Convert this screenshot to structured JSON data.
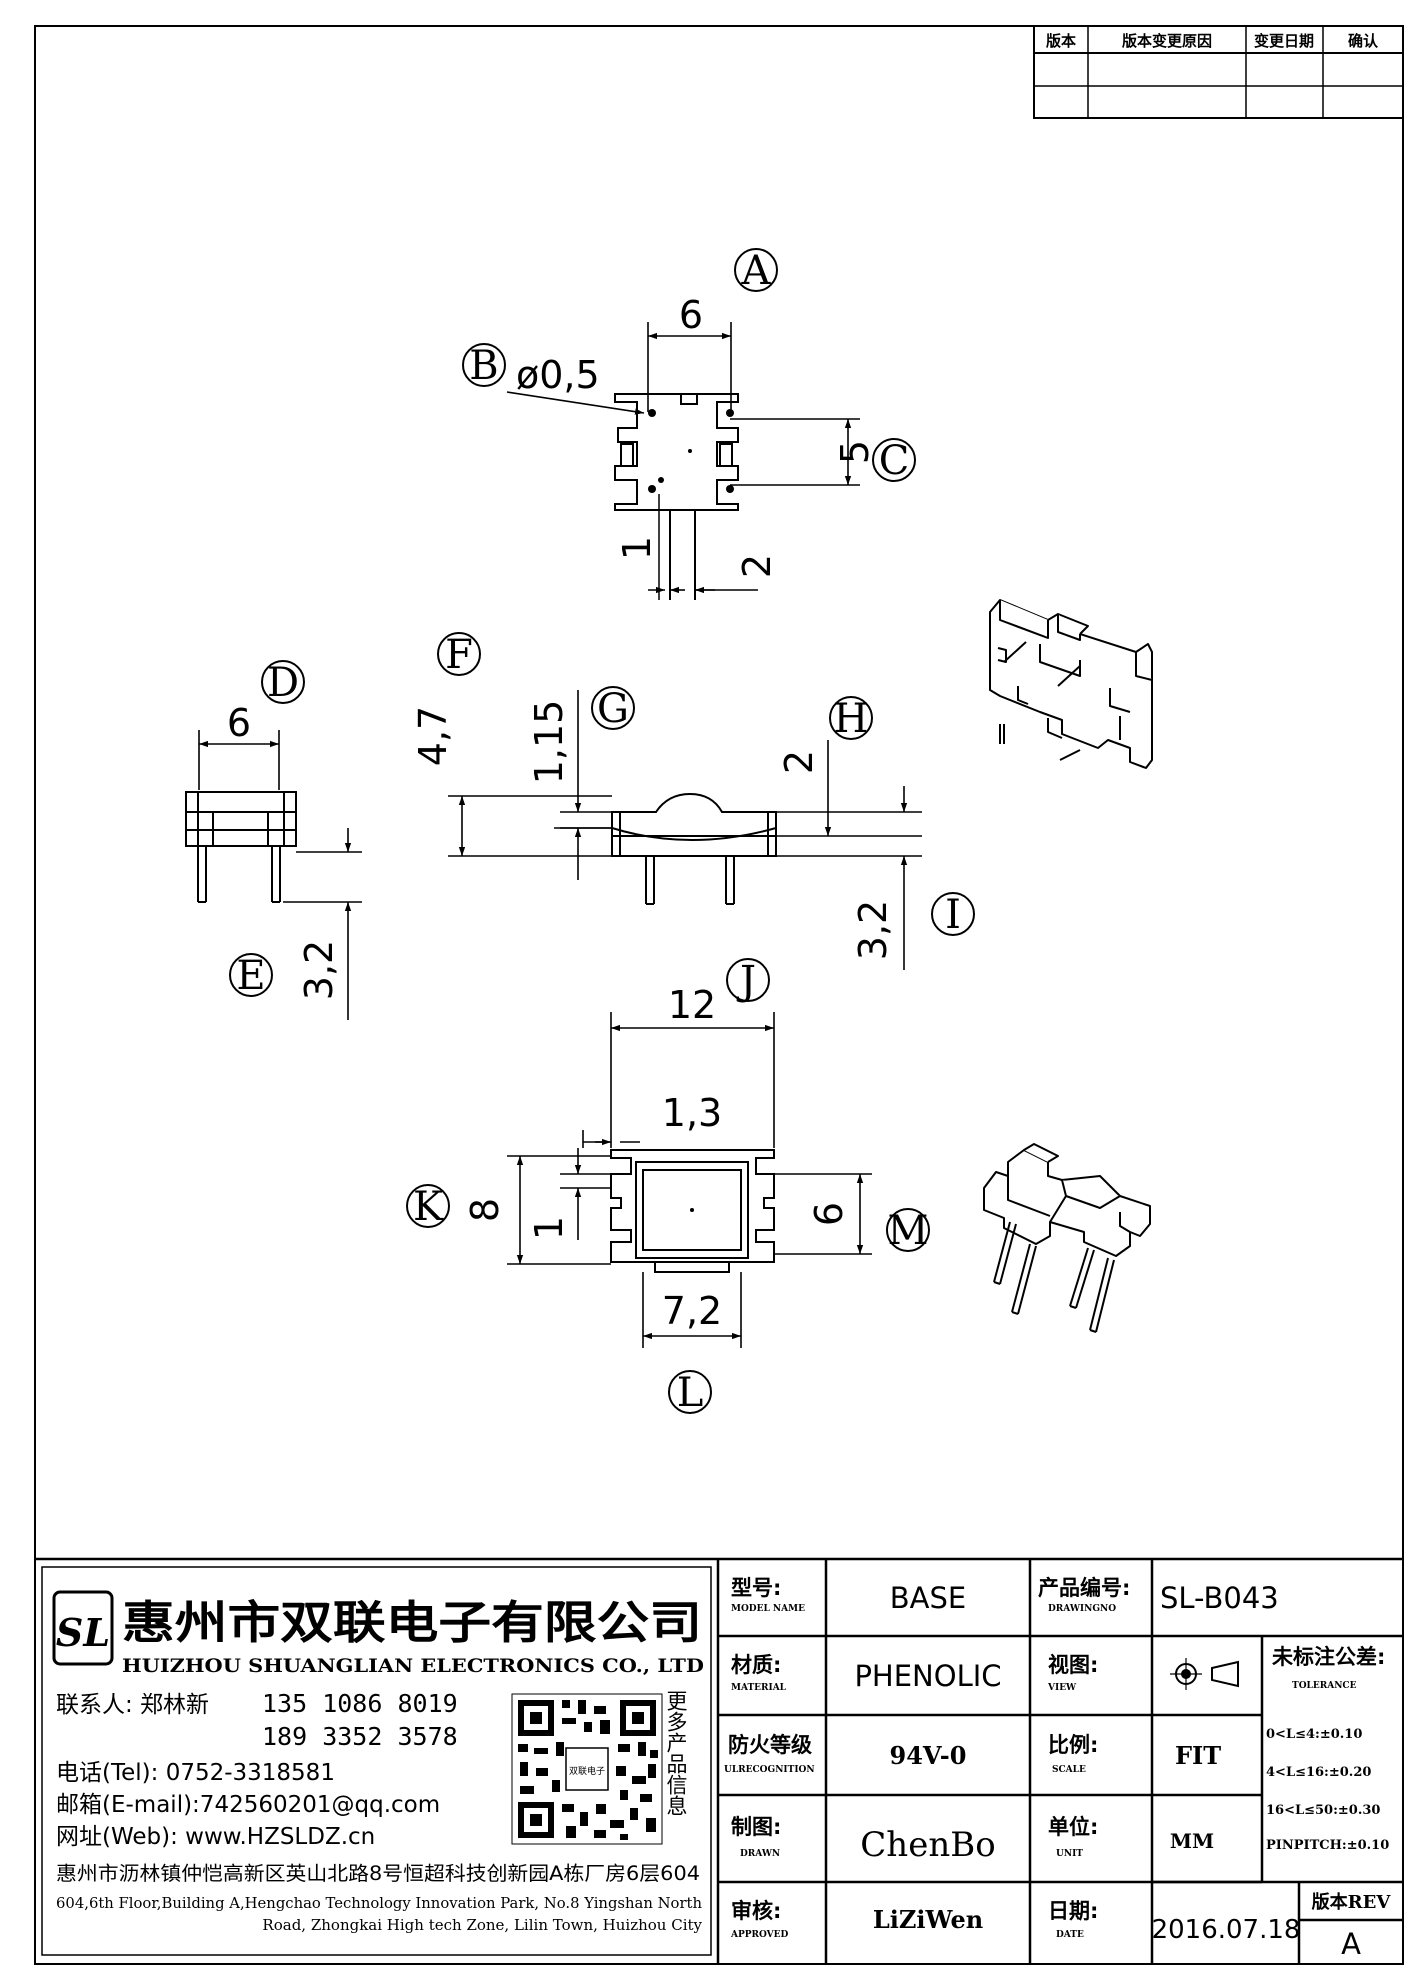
{
  "revision_table": {
    "headers": [
      "版本",
      "版本变更原因",
      "变更日期",
      "确认"
    ]
  },
  "callouts": [
    "A",
    "B",
    "C",
    "D",
    "E",
    "F",
    "G",
    "H",
    "I",
    "J",
    "K",
    "L",
    "M"
  ],
  "dimensions": {
    "A": "6",
    "B": "ø0,5",
    "C": "5",
    "C_pin1": "1",
    "C_pin2": "2",
    "D": "6",
    "E": "3,2",
    "F": "4,7",
    "G": "1,15",
    "H": "2",
    "I": "3,2",
    "J": "12",
    "J_sub": "1,3",
    "K": "8",
    "K_sub": "1",
    "L": "7,2",
    "M": "6"
  },
  "title_block": {
    "model_name_label": "型号:",
    "model_name_sub": "MODEL NAME",
    "model_name": "BASE",
    "drawing_no_label": "产品编号:",
    "drawing_no_sub": "DRAWINGNO",
    "drawing_no": "SL-B043",
    "material_label": "材质:",
    "material_sub": "MATERIAL",
    "material": "PHENOLIC",
    "view_label": "视图:",
    "view_sub": "VIEW",
    "tolerance_label": "未标注公差:",
    "tolerance_sub": "TOLERANCE",
    "tolerances": [
      "0<L≤4:±0.10",
      "4<L≤16:±0.20",
      "16<L≤50:±0.30",
      "PINPITCH:±0.10"
    ],
    "fire_label": "防火等级",
    "fire_sub": "ULRECOGNITION",
    "fire_rating": "94V-0",
    "scale_label": "比例:",
    "scale_sub": "SCALE",
    "scale": "FIT",
    "drawn_label": "制图:",
    "drawn_sub": "DRAWN",
    "drawn_by": "ChenBo",
    "unit_label": "单位:",
    "unit_sub": "UNIT",
    "unit": "MM",
    "approved_label": "审核:",
    "approved_sub": "APPROVED",
    "approved_by": "LiZiWen",
    "date_label": "日期:",
    "date_sub": "DATE",
    "date": "2016.07.18",
    "rev_label": "版本REV",
    "rev": "A"
  },
  "company": {
    "logo_text": "SL",
    "name_cn": "惠州市双联电子有限公司",
    "name_en": "HUIZHOU SHUANGLIAN ELECTRONICS CO., LTD",
    "contact": "联系人: 郑林新",
    "phone1": "135 1086 8019",
    "phone2": "189 3352 3578",
    "tel": "电话(Tel): 0752-3318581",
    "email": "邮箱(E-mail):742560201@qq.com",
    "web": "网址(Web): www.HZSLDZ.cn",
    "qr_caption": "更多产品信息",
    "qr_center": "双联电子",
    "address_cn": "惠州市沥林镇仲恺高新区英山北路8号恒超科技创新园A栋厂房6层604",
    "address_en_1": "604,6th Floor,Building A,Hengchao Technology Innovation Park, No.8 Yingshan North",
    "address_en_2": "Road, Zhongkai High tech Zone, Lilin Town, Huizhou City"
  }
}
